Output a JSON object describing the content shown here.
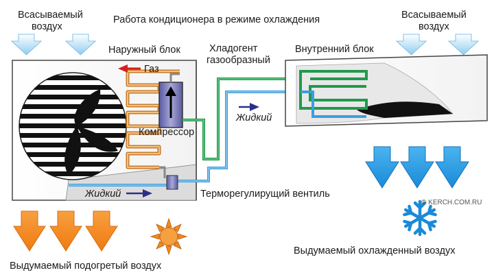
{
  "title": "Работа кондиционера  в режиме охлаждения",
  "intake_left": [
    "Всасываемый",
    "воздух"
  ],
  "intake_right": [
    "Всасываемый",
    "воздух"
  ],
  "outdoor_unit_label": "Наружный блок",
  "indoor_unit_label": "Внутренний блок",
  "refrigerant_label": [
    "Хладогент",
    "газообразный"
  ],
  "gas_label": "Газ",
  "compressor_label": "Компрессор",
  "liquid_indoor_label": "Жидкий",
  "liquid_outdoor_label": "Жидкий",
  "valve_label": "Терморегулирущий вентиль",
  "exhaust_warm_label": "Выдумаемый подогретый воздух",
  "exhaust_cool_label": "Выдумаемый охлажденный воздух",
  "watermark": "© KERCH.COM.RU",
  "colors": {
    "intake_arrow": "#a9d8f2",
    "warm_arrow": "#f58a1f",
    "cool_arrow": "#2a9be0",
    "gas_line": "#1f9a4a",
    "liquid_line": "#3a9ee0",
    "coil_hot": "#e0a040",
    "compressor": "#7a7ab8",
    "gas_arrow": "#d62020",
    "liquid_arrow": "#2a2f8a"
  },
  "icons": [
    "sun-icon",
    "snowflake-icon",
    "fan-icon"
  ]
}
